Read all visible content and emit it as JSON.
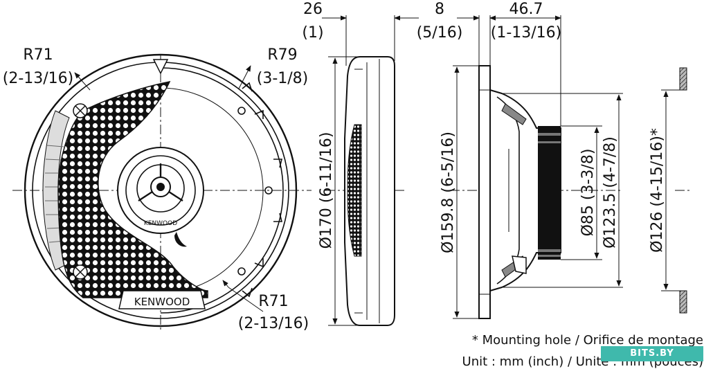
{
  "front_view": {
    "brand": "KENWOOD",
    "radius_labels": [
      {
        "mm": "R71",
        "inch": "(2-13/16)"
      },
      {
        "mm": "R79",
        "inch": "(3-1/8)"
      },
      {
        "mm": "R71",
        "inch": "(2-13/16)"
      }
    ]
  },
  "side_view": {
    "depth_top": {
      "mm": "26",
      "inch": "(1)"
    },
    "outer_diameter": "Ø170 (6-11/16)"
  },
  "section_view": {
    "flange": {
      "mm": "8",
      "inch": "(5/16)"
    },
    "mount_depth": {
      "mm": "46.7",
      "inch": "(1-13/16)"
    },
    "frame_diameter": "Ø159.8 (6-5/16)",
    "magnet_diameter": "Ø85 (3-3/8)",
    "basket_diameter": "Ø123.5 (4-7/8)"
  },
  "mount_hole": {
    "diameter": "Ø126 (4-15/16)*"
  },
  "notes": {
    "line1": "* Mounting hole / Orifice de montage",
    "line2": "Unit : mm (inch) / Unite : mm (pouces)"
  },
  "watermark": "BITS.BY"
}
